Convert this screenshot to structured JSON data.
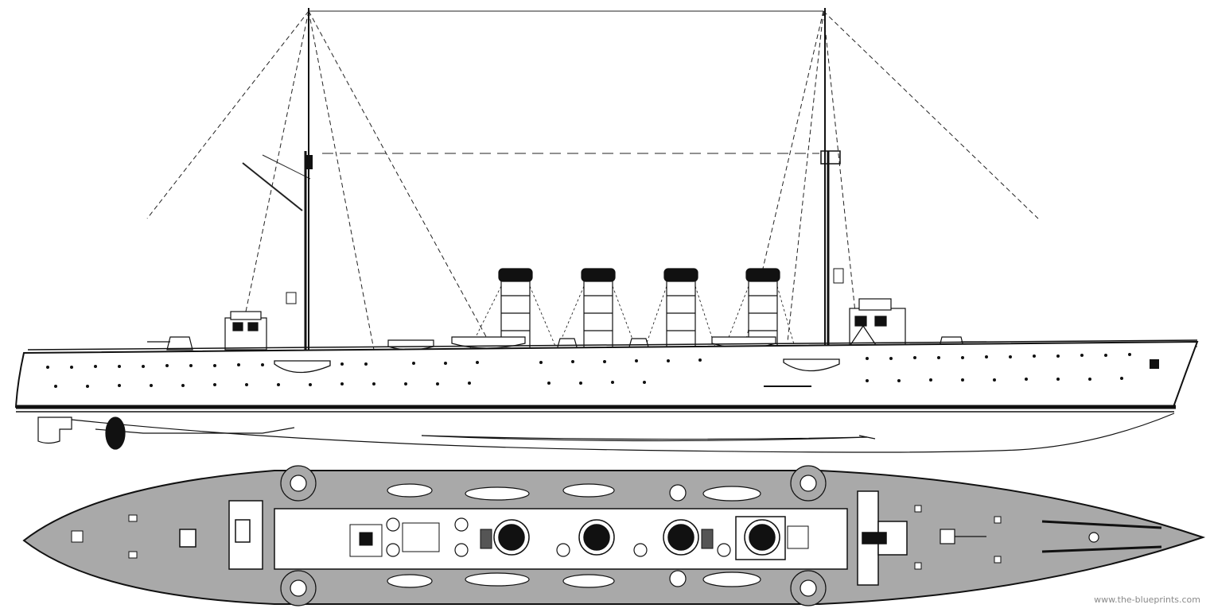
{
  "watermark": "www.the-blueprints.com",
  "colors": {
    "ink": "#111111",
    "deck": "#a9a9a9",
    "paper": "#ffffff",
    "watermark": "#8a8a8a"
  },
  "views": {
    "side_profile": "side-elevation",
    "top_plan": "deck-plan"
  }
}
